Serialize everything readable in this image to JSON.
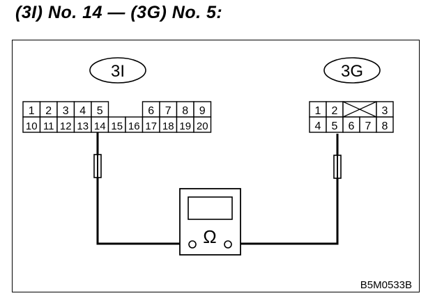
{
  "title": "(3I) No. 14 — (3G) No. 5:",
  "connector_3i": {
    "label": "3I",
    "top_row": [
      "1",
      "2",
      "3",
      "4",
      "5",
      "",
      "",
      "6",
      "7",
      "8",
      "9"
    ],
    "bottom_row": [
      "10",
      "11",
      "12",
      "13",
      "14",
      "15",
      "16",
      "17",
      "18",
      "19",
      "20"
    ]
  },
  "connector_3g": {
    "label": "3G",
    "top_row": [
      "1",
      "2",
      "",
      "3"
    ],
    "bottom_row": [
      "4",
      "5",
      "6",
      "7",
      "8"
    ]
  },
  "meter_symbol": "Ω",
  "figure_code": "B5M0533B"
}
